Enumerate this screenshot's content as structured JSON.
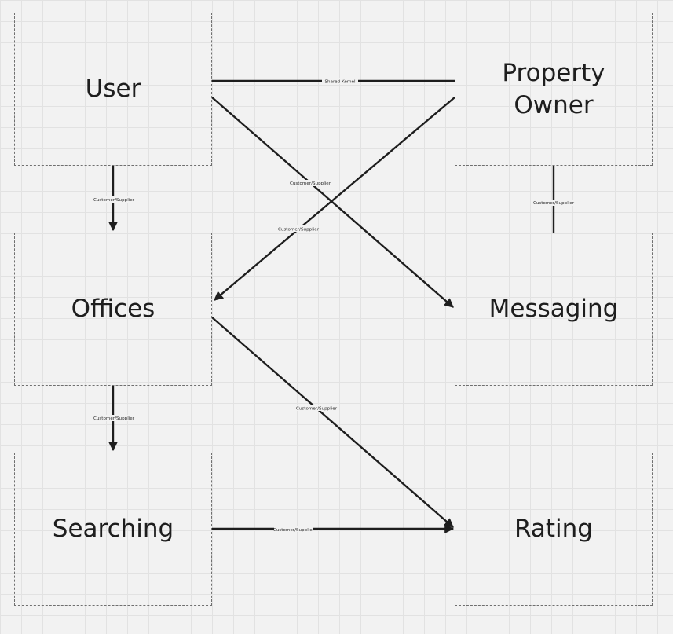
{
  "nodes": {
    "user": "User",
    "owner": "Property\nOwner",
    "offices": "Offices",
    "messaging": "Messaging",
    "searching": "Searching",
    "rating": "Rating"
  },
  "edges": [
    {
      "from": "user",
      "to": "owner",
      "label": "Shared Kernel",
      "arrow": false
    },
    {
      "from": "user",
      "to": "messaging",
      "label": "Customer/Supplier",
      "arrow": true
    },
    {
      "from": "owner",
      "to": "offices",
      "label": "Customer/Supplier",
      "arrow": true
    },
    {
      "from": "user",
      "to": "offices",
      "label": "Customer/Supplier",
      "arrow": true
    },
    {
      "from": "owner",
      "to": "messaging",
      "label": "Customer/Supplier",
      "arrow": false
    },
    {
      "from": "offices",
      "to": "searching",
      "label": "Customer/Supplier",
      "arrow": true
    },
    {
      "from": "offices",
      "to": "rating",
      "label": "Customer/Supplier",
      "arrow": true
    },
    {
      "from": "searching",
      "to": "rating",
      "label": "Customer/Supplier",
      "arrow": true
    }
  ],
  "colors": {
    "line": "#1e1e1e",
    "box_border": "#6f6f6f",
    "background": "#f2f2f2",
    "grid": "#e2e2e2"
  }
}
